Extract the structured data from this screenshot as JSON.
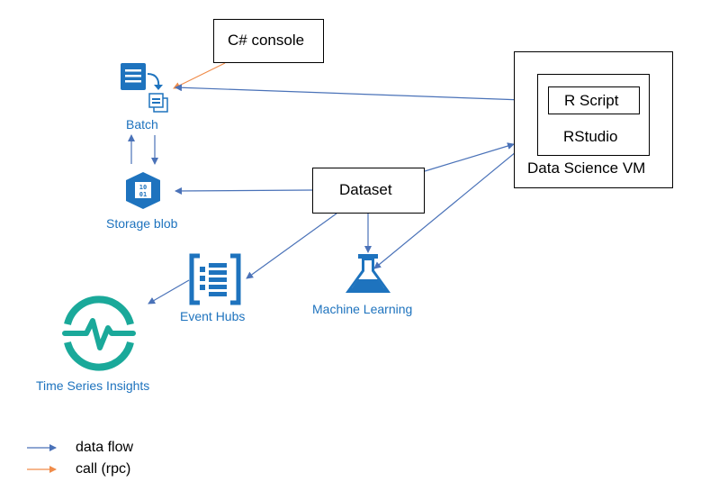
{
  "nodes": {
    "csharp_console": "C# console",
    "batch": "Batch",
    "storage_blob": "Storage blob",
    "dataset": "Dataset",
    "event_hubs": "Event Hubs",
    "machine_learning": "Machine Learning",
    "time_series_insights": "Time Series Insights",
    "r_script": "R Script",
    "rstudio": "RStudio",
    "data_science_vm": "Data Science VM"
  },
  "legend": {
    "data_flow": "data flow",
    "call_rpc": "call (rpc)"
  },
  "colors": {
    "data_flow": "#4a72b8",
    "call": "#f08c4a",
    "azure_blue": "#1e73be",
    "teal": "#1aa99a"
  }
}
